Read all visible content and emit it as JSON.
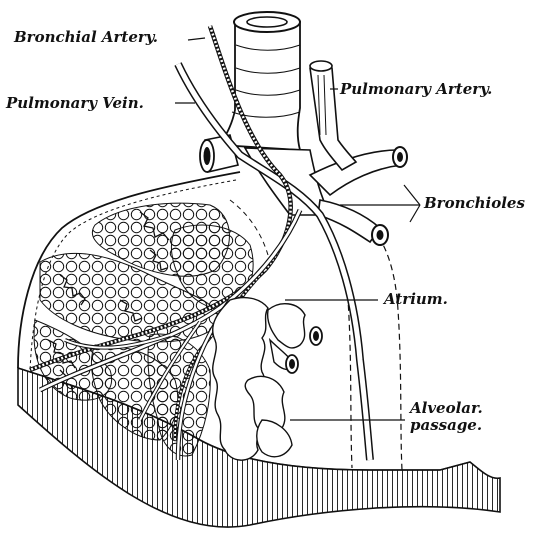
{
  "labels": {
    "bronchial_artery": "Bronchial Artery.",
    "pulmonary_vein": "Pulmonary Vein.",
    "pulmonary_artery": "Pulmonary Artery.",
    "bronchioles": "Bronchioles",
    "atrium": "Atrium.",
    "alveolar_passage_line1": "Alveolar.",
    "alveolar_passage_line2": "passage."
  },
  "colors": {
    "ink": "#111111",
    "paper": "#ffffff"
  }
}
